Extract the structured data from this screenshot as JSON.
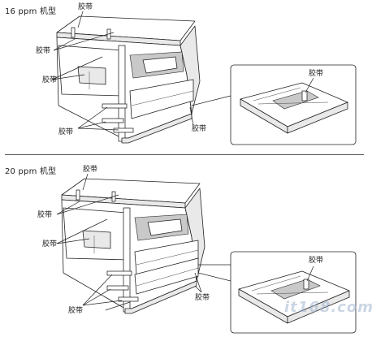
{
  "top_section": {
    "model_title": "16 ppm 机型",
    "tape_labels": [
      "胶带",
      "胶带",
      "胶带",
      "胶带",
      "胶带",
      "胶带"
    ]
  },
  "bottom_section": {
    "model_title": "20 ppm 机型",
    "tape_labels": [
      "胶带",
      "胶带",
      "胶带",
      "胶带",
      "胶带",
      "胶带"
    ]
  },
  "watermark": "it168.com"
}
